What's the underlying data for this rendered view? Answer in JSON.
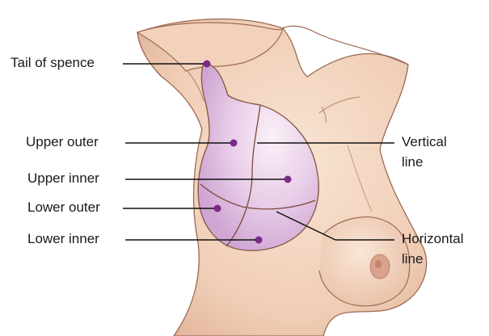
{
  "labels": {
    "tail_of_spence": "Tail of spence",
    "upper_outer": "Upper outer",
    "upper_inner": "Upper inner",
    "lower_outer": "Lower outer",
    "lower_inner": "Lower inner",
    "vertical_line_1": "Vertical",
    "vertical_line_2": "line",
    "horizontal_line_1": "Horizontal",
    "horizontal_line_2": "line"
  },
  "colors": {
    "skin": "#f3d6c0",
    "skin_shadow": "#d9ab90",
    "outline": "#8a5a48",
    "breast_region": "#e2c3e3",
    "breast_highlight": "#f6eaf4",
    "region_line": "#7d4a3c",
    "marker": "#7b2a8a",
    "leader_line": "#111111",
    "areola": "#d49a84"
  }
}
